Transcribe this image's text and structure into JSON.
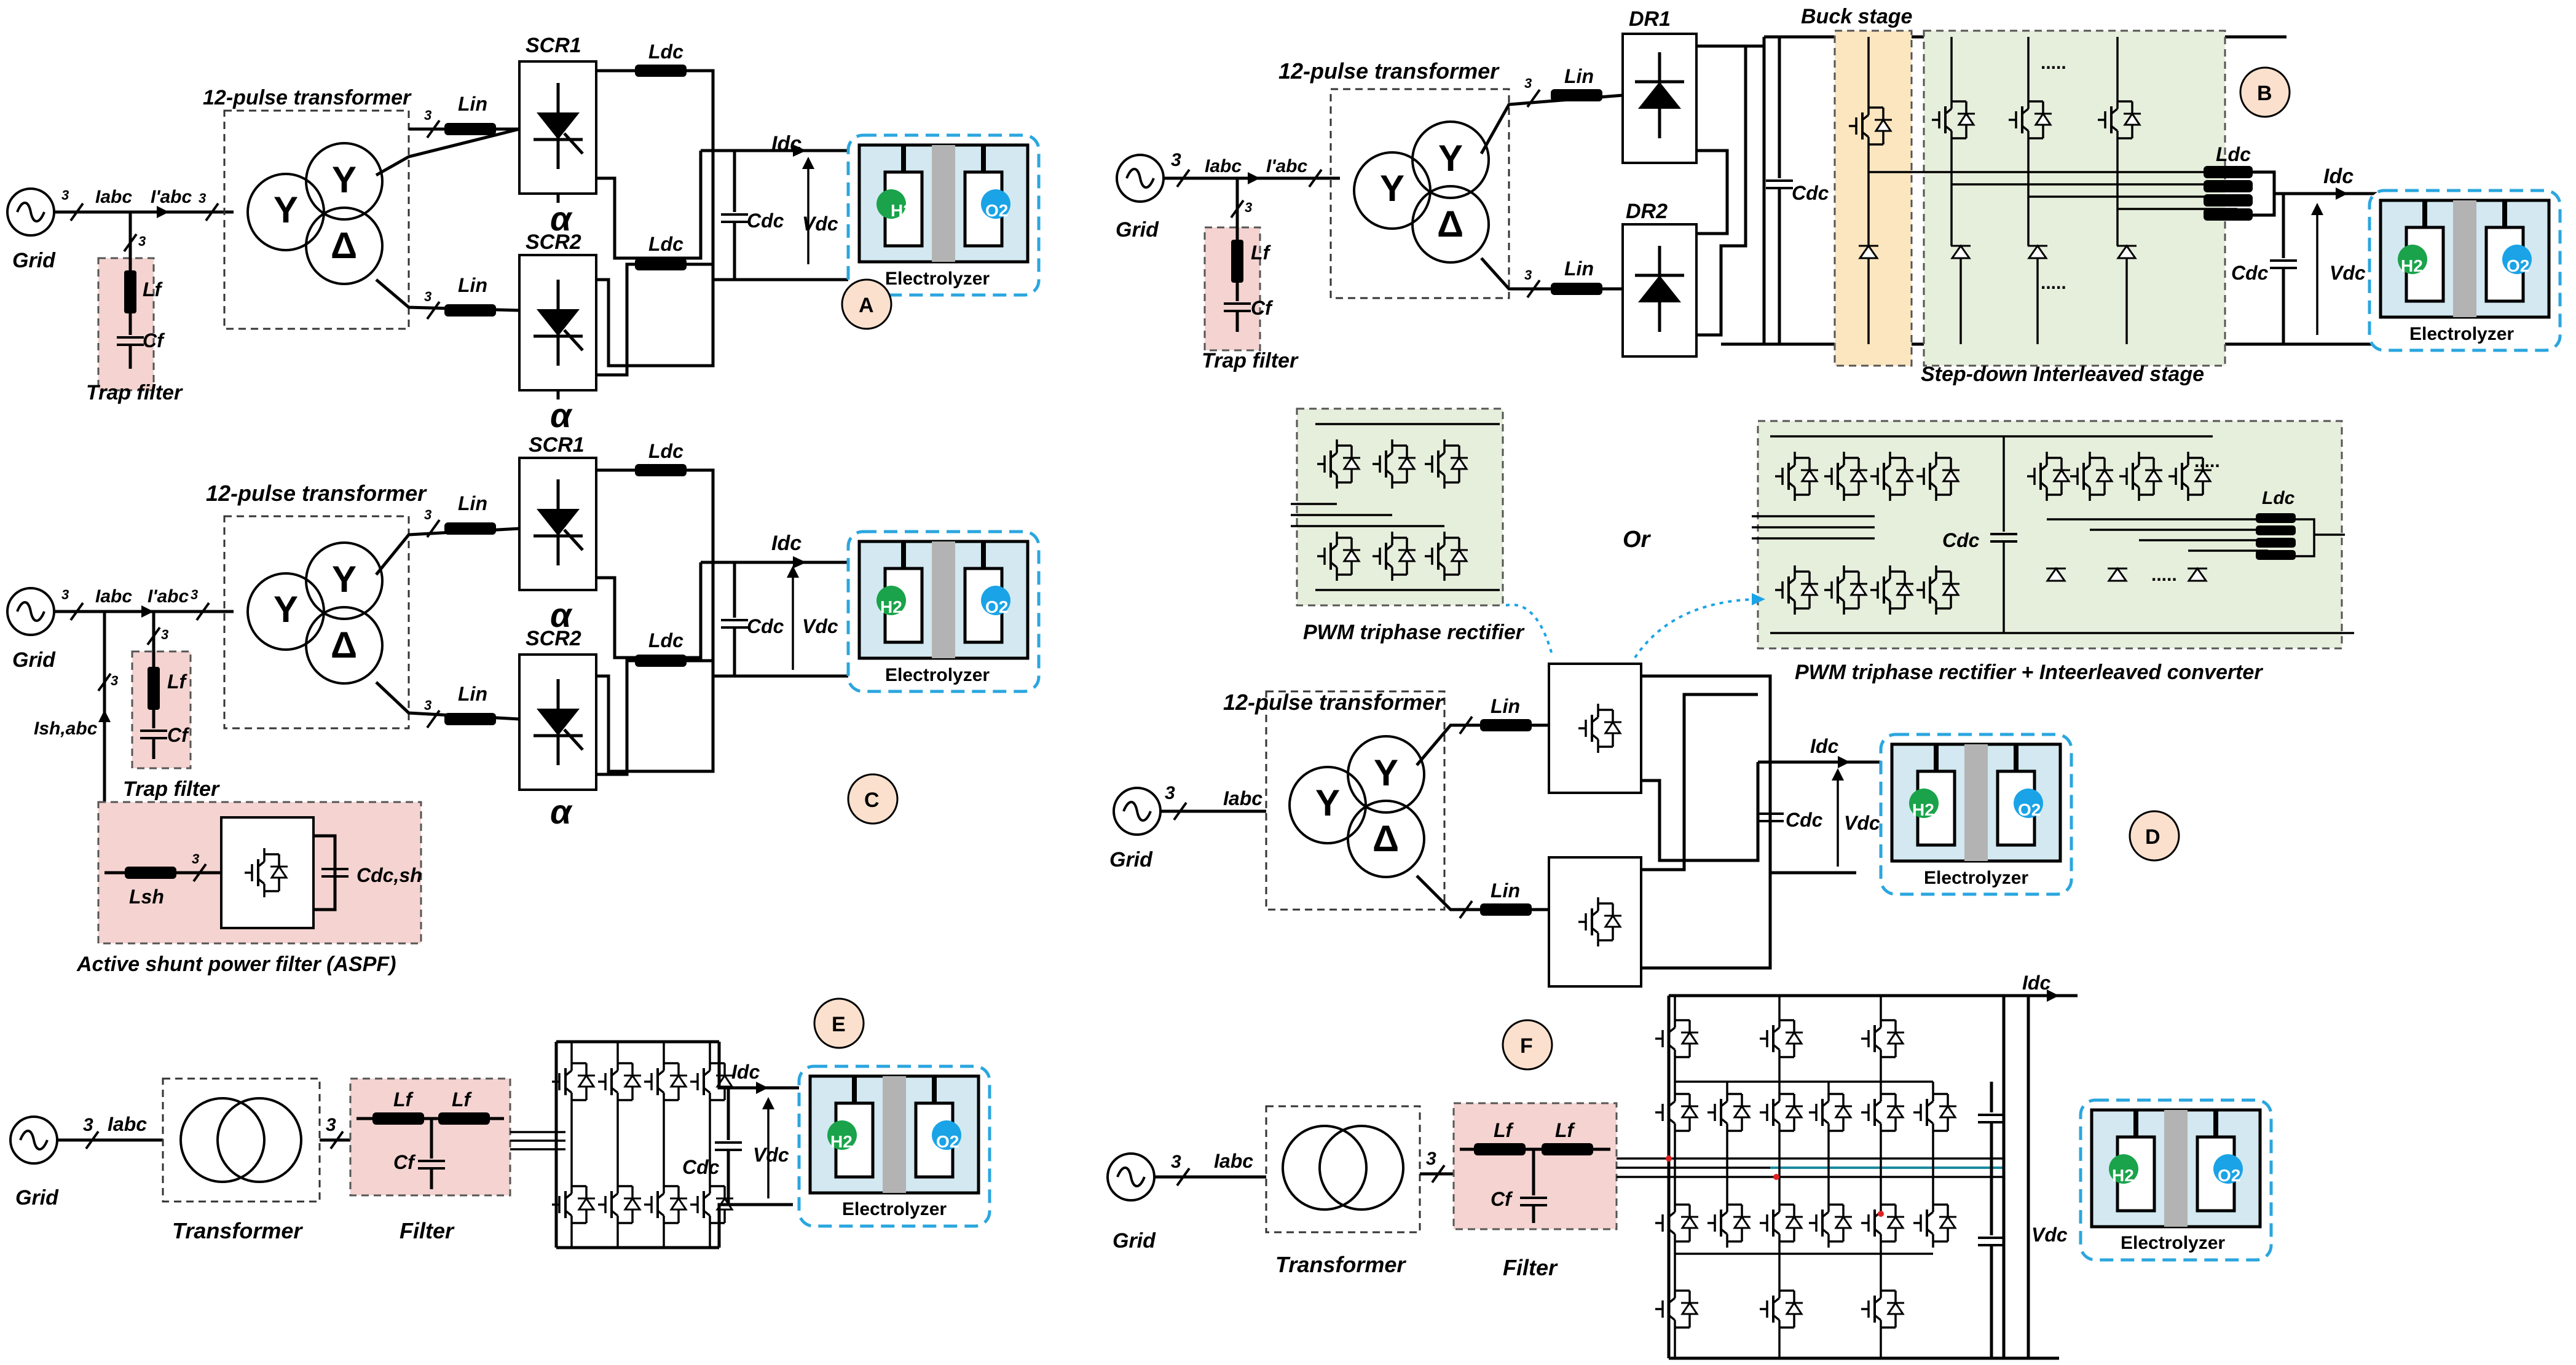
{
  "common": {
    "grid": "Grid",
    "three": "3",
    "iabc": "Iabc",
    "iprime": "I'abc",
    "lin": "Lin",
    "ldc": "Ldc",
    "idc": "Idc",
    "vdc": "Vdc",
    "cdc": "Cdc",
    "lf": "Lf",
    "cf": "Cf",
    "alpha": "α",
    "trap_filter": "Trap filter",
    "twelve_pulse": "12-pulse transformer",
    "electrolyzer": "Electrolyzer",
    "h2": "H2",
    "o2": "O2",
    "transformer": "Transformer",
    "filter": "Filter",
    "wye": "Y",
    "delta": "Δ"
  },
  "panel_a": {
    "badge": "A",
    "scr1": "SCR1",
    "scr2": "SCR2"
  },
  "panel_b": {
    "badge": "B",
    "dr1": "DR1",
    "dr2": "DR2",
    "buck": "Buck stage",
    "interleaved": "Step-down Interleaved stage",
    "dots": "....."
  },
  "panel_c": {
    "badge": "C",
    "scr1": "SCR1",
    "scr2": "SCR2",
    "ish": "Ish,abc",
    "lsh": "Lsh",
    "cdcsh": "Cdc,sh",
    "aspf": "Active shunt power filter (ASPF)"
  },
  "panel_d": {
    "badge": "D",
    "pwm_rect": "PWM triphase rectifier",
    "or": "Or",
    "pwm_inter": "PWM triphase rectifier + Inteerleaved converter"
  },
  "panel_e": {
    "badge": "E"
  },
  "panel_f": {
    "badge": "F"
  }
}
